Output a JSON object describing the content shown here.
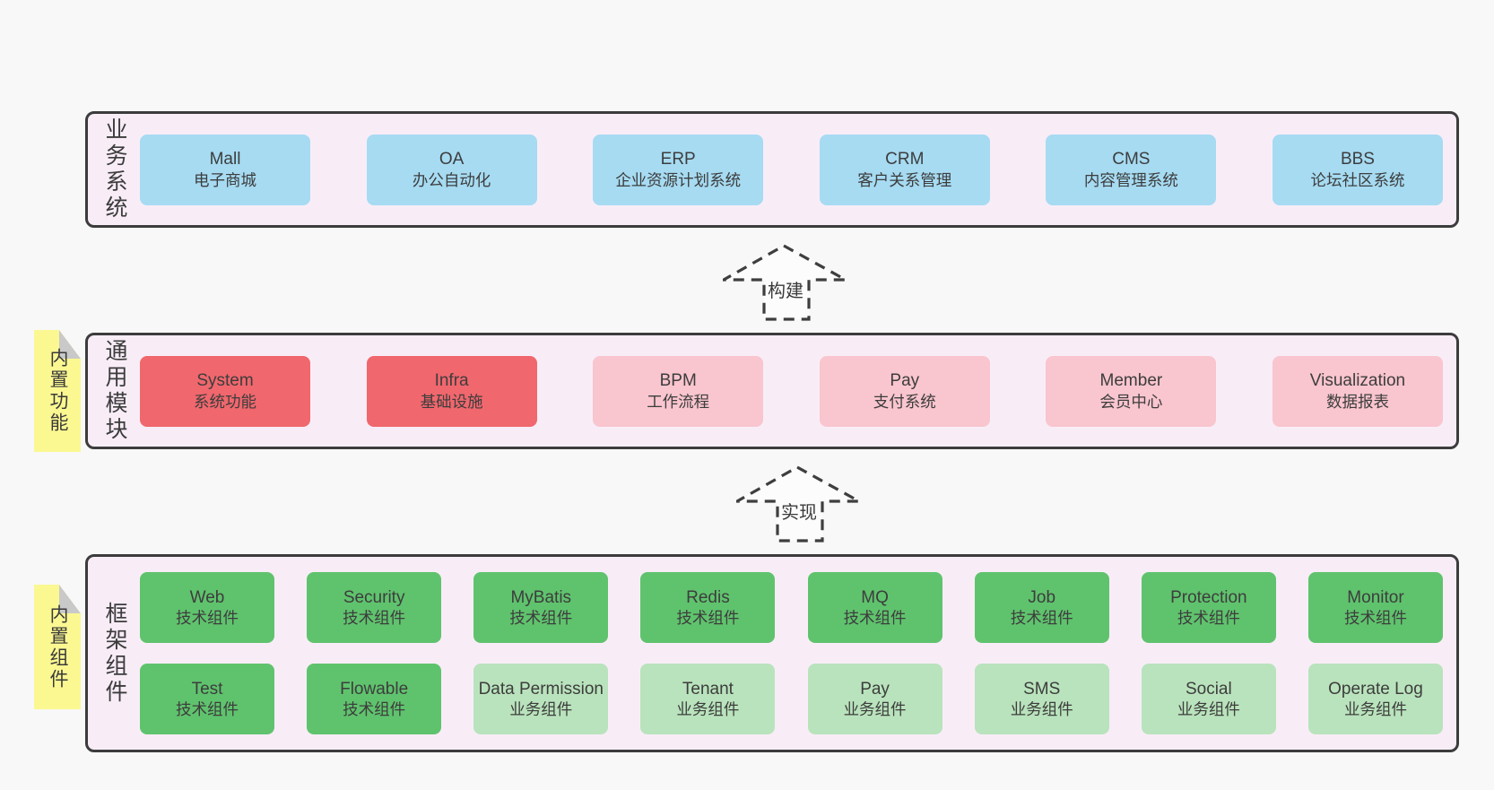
{
  "colors": {
    "page-bg": "#f8f8f8",
    "band-bg": "#f8edf7",
    "border": "#3c3c3c",
    "text": "#3d3d3d",
    "box-blue": "#a6dbf2",
    "box-red": "#f0676d",
    "box-pink": "#f9c5ce",
    "box-green": "#5fc36d",
    "box-lightgreen": "#b9e3bc",
    "sticky": "#fbf892",
    "fold": "#c9c9c9"
  },
  "arrows": [
    {
      "label": "构建"
    },
    {
      "label": "实现"
    }
  ],
  "bands": [
    {
      "label": "业务系统",
      "boxes": [
        {
          "title": "Mall",
          "subtitle": "电子商城"
        },
        {
          "title": "OA",
          "subtitle": "办公自动化"
        },
        {
          "title": "ERP",
          "subtitle": "企业资源计划系统"
        },
        {
          "title": "CRM",
          "subtitle": "客户关系管理"
        },
        {
          "title": "CMS",
          "subtitle": "内容管理系统"
        },
        {
          "title": "BBS",
          "subtitle": "论坛社区系统"
        }
      ]
    },
    {
      "label": "通用模块",
      "sticky": "内置功能",
      "boxes": [
        {
          "title": "System",
          "subtitle": "系统功能"
        },
        {
          "title": "Infra",
          "subtitle": "基础设施"
        },
        {
          "title": "BPM",
          "subtitle": "工作流程"
        },
        {
          "title": "Pay",
          "subtitle": "支付系统"
        },
        {
          "title": "Member",
          "subtitle": "会员中心"
        },
        {
          "title": "Visualization",
          "subtitle": "数据报表"
        }
      ]
    },
    {
      "label": "框架组件",
      "sticky": "内置组件",
      "rows": [
        [
          {
            "title": "Web",
            "subtitle": "技术组件"
          },
          {
            "title": "Security",
            "subtitle": "技术组件"
          },
          {
            "title": "MyBatis",
            "subtitle": "技术组件"
          },
          {
            "title": "Redis",
            "subtitle": "技术组件"
          },
          {
            "title": "MQ",
            "subtitle": "技术组件"
          },
          {
            "title": "Job",
            "subtitle": "技术组件"
          },
          {
            "title": "Protection",
            "subtitle": "技术组件"
          },
          {
            "title": "Monitor",
            "subtitle": "技术组件"
          }
        ],
        [
          {
            "title": "Test",
            "subtitle": "技术组件"
          },
          {
            "title": "Flowable",
            "subtitle": "技术组件"
          },
          {
            "title": "Data Permission",
            "subtitle": "业务组件"
          },
          {
            "title": "Tenant",
            "subtitle": "业务组件"
          },
          {
            "title": "Pay",
            "subtitle": "业务组件"
          },
          {
            "title": "SMS",
            "subtitle": "业务组件"
          },
          {
            "title": "Social",
            "subtitle": "业务组件"
          },
          {
            "title": "Operate Log",
            "subtitle": "业务组件"
          }
        ]
      ]
    }
  ]
}
